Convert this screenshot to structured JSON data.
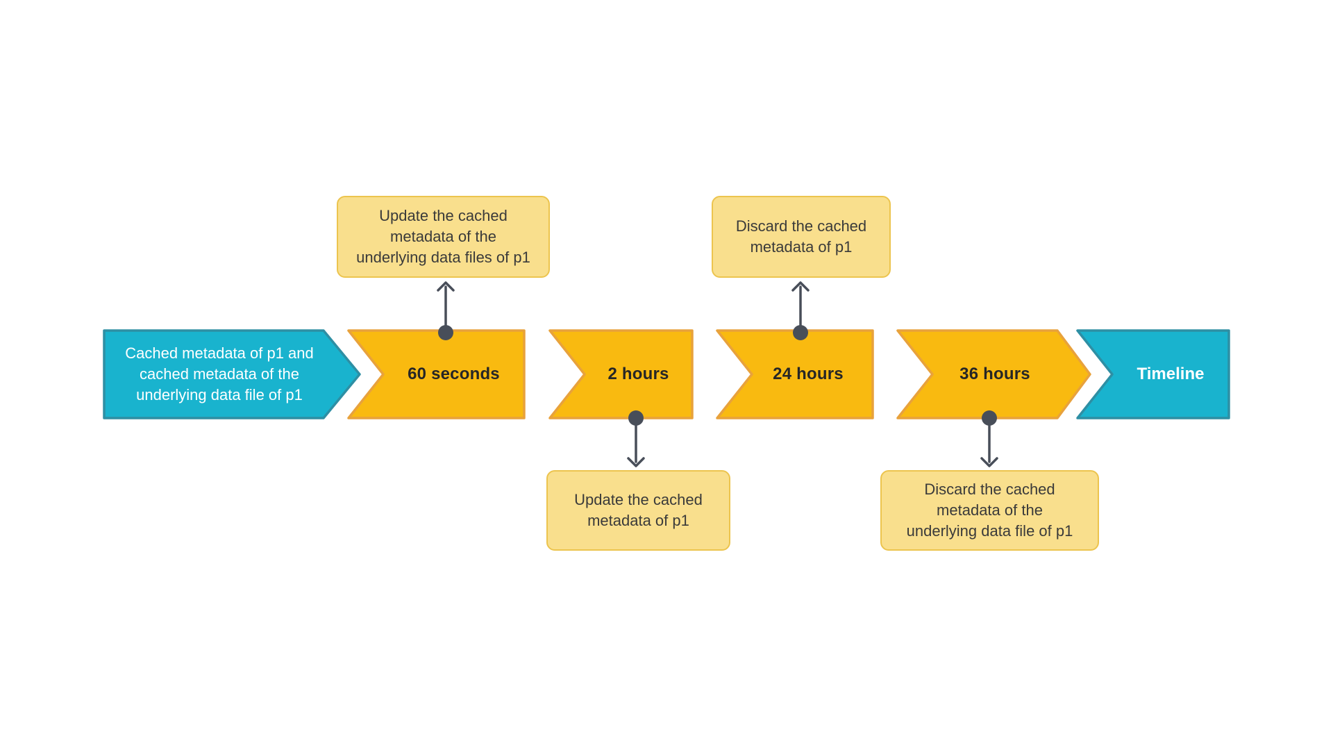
{
  "diagram": {
    "description": "Cache metadata expiration timeline for p1",
    "colors": {
      "background": "#FFFFFF",
      "teal_fill": "#19B3CE",
      "teal_stroke": "#2E8FA4",
      "amber_fill": "#F9BA10",
      "amber_stroke": "#E8A23C",
      "callout_fill": "#F9DF8D",
      "callout_stroke": "#ECC44E",
      "callout_text": "#3A3A3A",
      "label_dark": "#262626",
      "text_light": "#FFFFFF",
      "connector": "#484E59"
    },
    "timeline": {
      "start": {
        "label": "Cached metadata of p1 and\ncached metadata of the\nunderlying data file of p1"
      },
      "segments": [
        {
          "label": "60 seconds"
        },
        {
          "label": "2 hours"
        },
        {
          "label": "24 hours"
        },
        {
          "label": "36 hours"
        }
      ],
      "end": {
        "label": "Timeline"
      }
    },
    "callouts": [
      {
        "anchor": "60 seconds",
        "position": "above",
        "text": "Update the cached\nmetadata of the\nunderlying data files of p1"
      },
      {
        "anchor": "2 hours",
        "position": "below",
        "text": "Update the cached\nmetadata of p1"
      },
      {
        "anchor": "24 hours",
        "position": "above",
        "text": "Discard the cached\nmetadata of p1"
      },
      {
        "anchor": "36 hours",
        "position": "below",
        "text": "Discard the cached\nmetadata of the\nunderlying data file of p1"
      }
    ]
  }
}
